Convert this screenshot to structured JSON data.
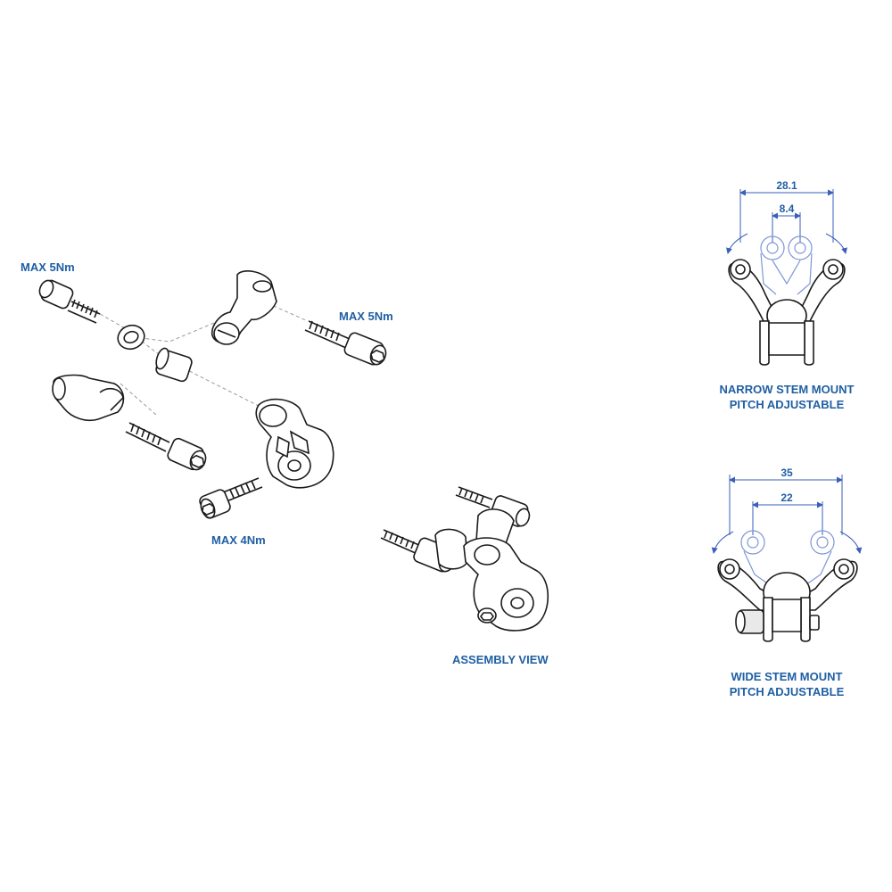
{
  "labels": {
    "torque_left": "MAX 5Nm",
    "torque_right": "MAX 5Nm",
    "torque_bottom": "MAX 4Nm",
    "assembly_view": "ASSEMBLY VIEW",
    "narrow_title_line1": "NARROW STEM MOUNT",
    "narrow_title_line2": "PITCH ADJUSTABLE",
    "wide_title_line1": "WIDE STEM MOUNT",
    "wide_title_line2": "PITCH ADJUSTABLE"
  },
  "dimensions": {
    "narrow_outer": "28.1",
    "narrow_inner": "8.4",
    "wide_outer": "35",
    "wide_inner": "22"
  },
  "colors": {
    "label_blue": "#1f5fa3",
    "ink": "#1b1b1b",
    "ghost_outline": "#7f96d6"
  }
}
